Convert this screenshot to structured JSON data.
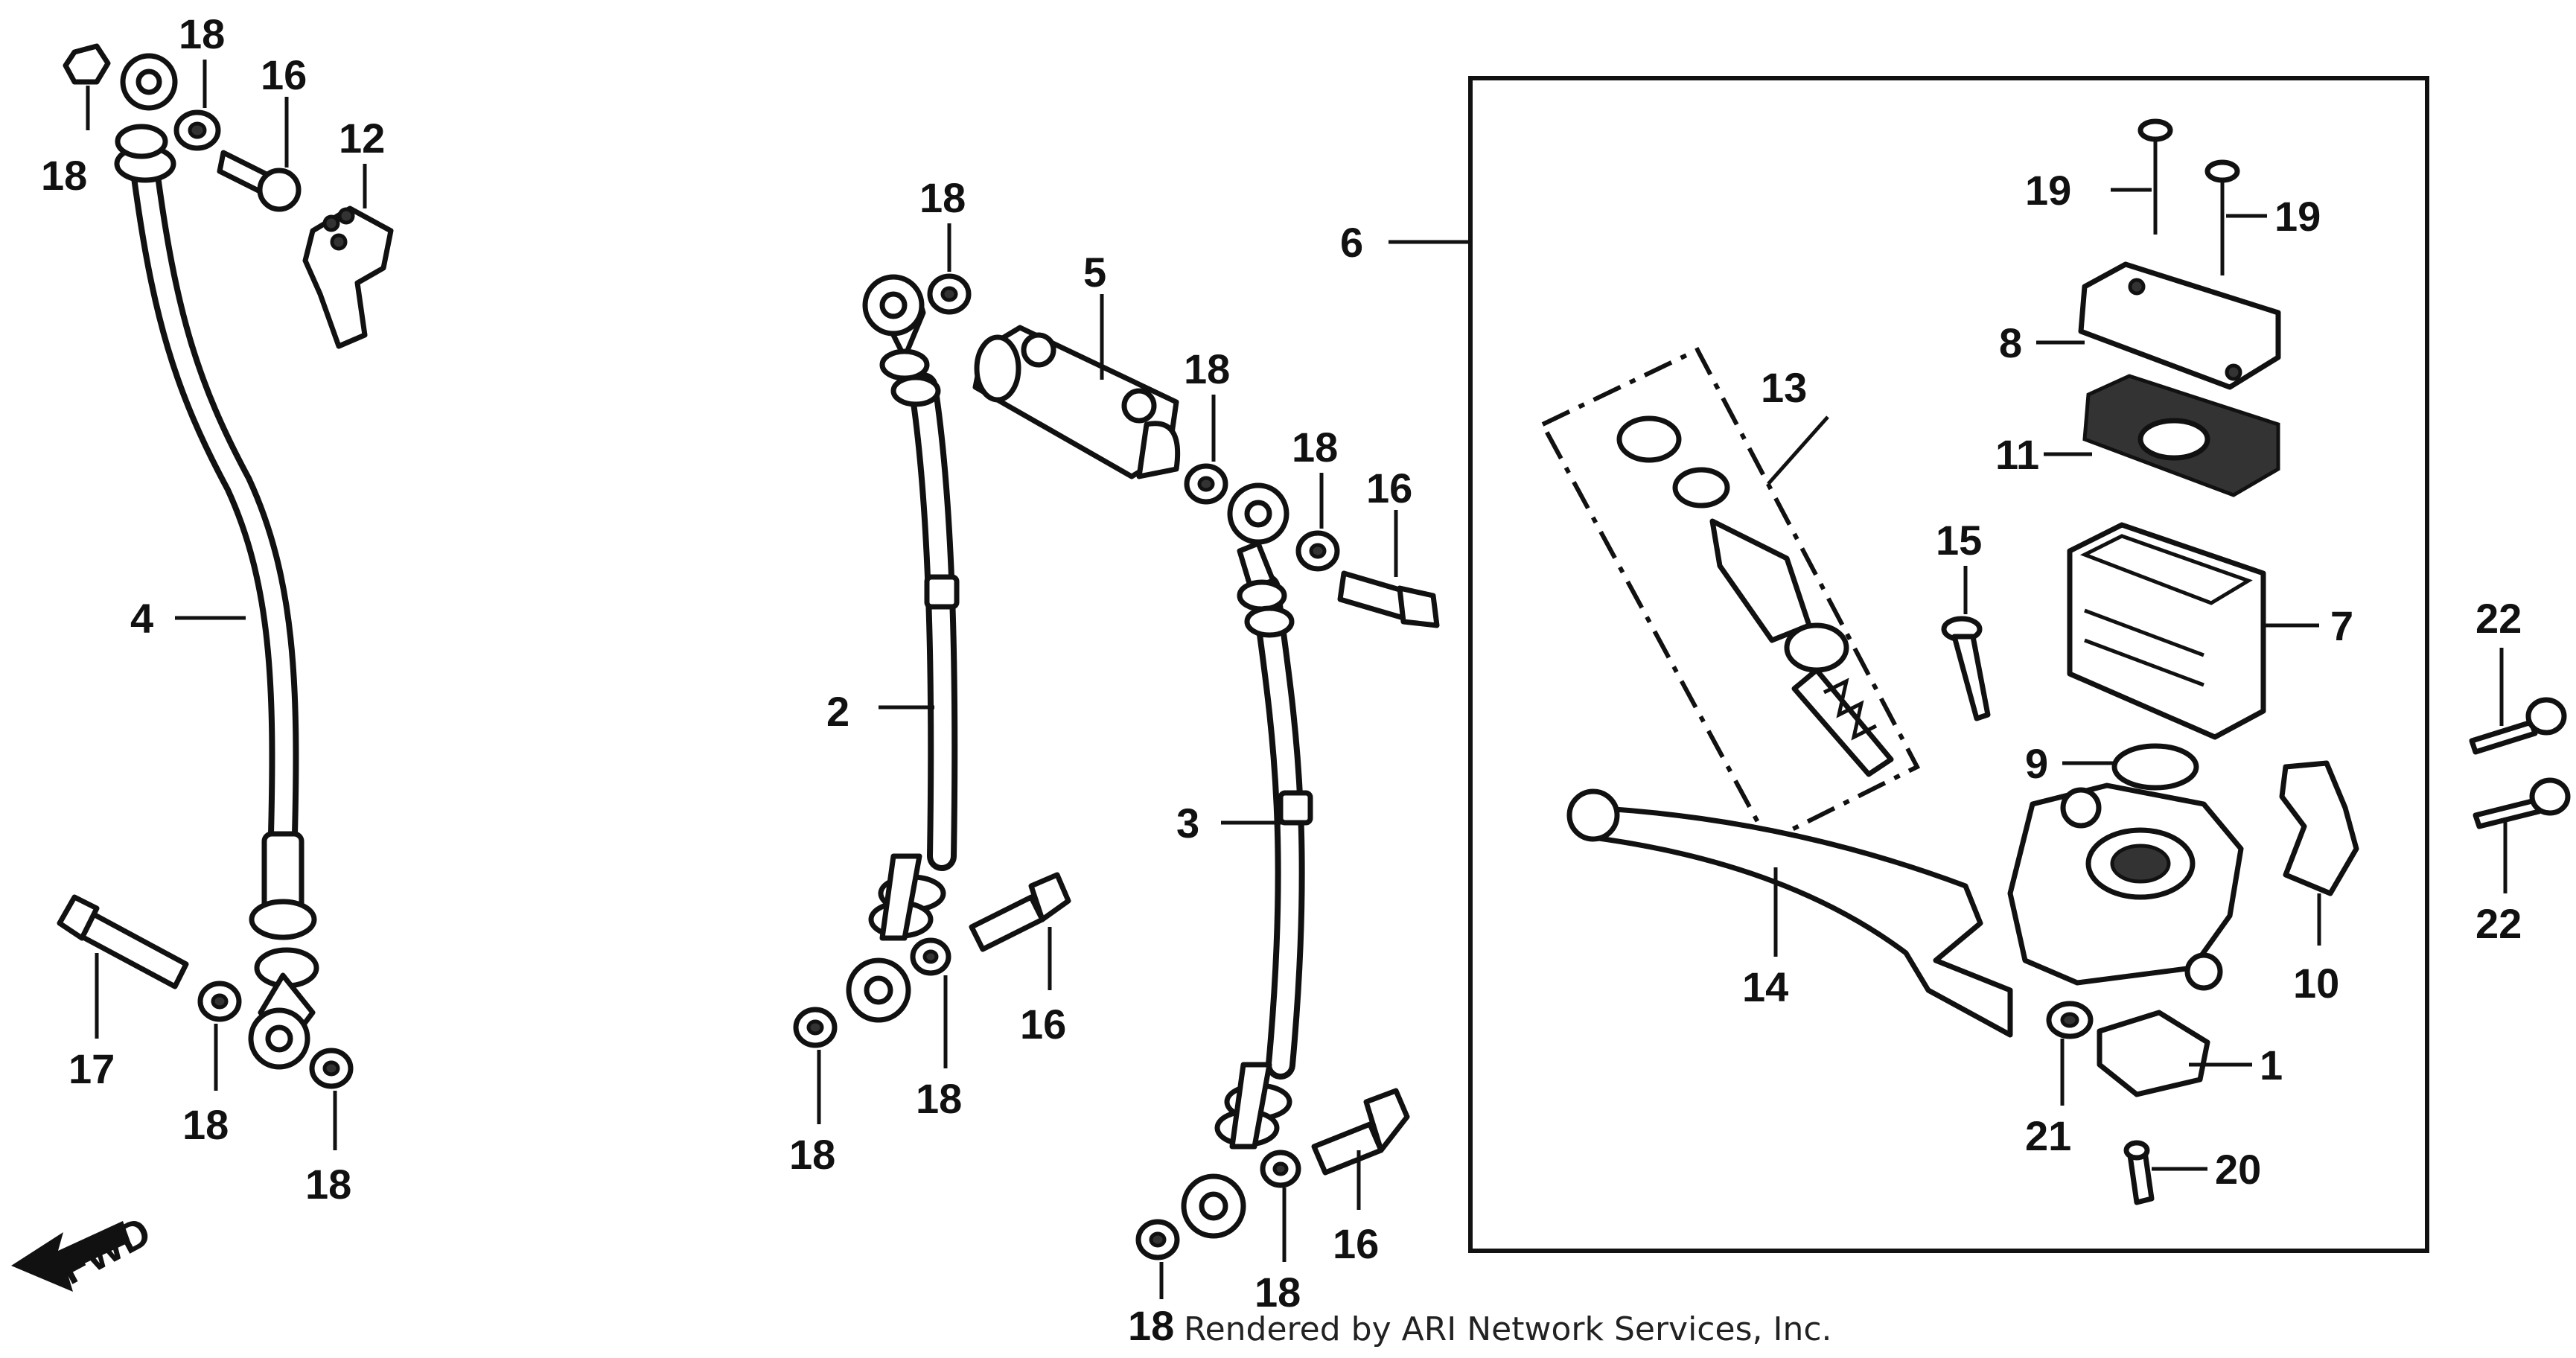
{
  "labels": {
    "p1": "1",
    "p2": "2",
    "p3": "3",
    "p4": "4",
    "p5": "5",
    "p6": "6",
    "p7": "7",
    "p8": "8",
    "p9": "9",
    "p10": "10",
    "p11": "11",
    "p12": "12",
    "p13": "13",
    "p14": "14",
    "p15": "15",
    "p16": "16",
    "p17": "17",
    "p18": "18",
    "p19": "19",
    "p20": "20",
    "p21": "21",
    "p22": "22"
  },
  "fwd": "FWD",
  "credit": "Rendered by ARI Network Services, Inc."
}
